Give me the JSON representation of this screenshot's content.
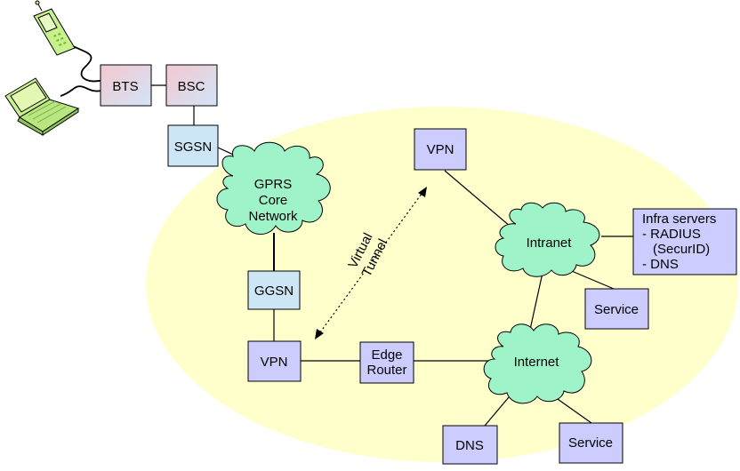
{
  "colors": {
    "background_ellipse": "#ffffcc",
    "node_blue": "#cce6f5",
    "node_purple": "#ccccff",
    "node_gradient_pink": "#f3c8cf",
    "node_gradient_blue": "#d2e4f7",
    "cloud": "#9ff3c8",
    "device_green": "#c8f08c",
    "line": "#000000"
  },
  "nodes": {
    "bts": "BTS",
    "bsc": "BSC",
    "sgsn": "SGSN",
    "ggsn": "GGSN",
    "vpn_left": "VPN",
    "vpn_top": "VPN",
    "edge_router": [
      "Edge",
      "Router"
    ],
    "dns": "DNS",
    "service_right": "Service",
    "service_bottom": "Service",
    "infra_servers": [
      "Infra servers",
      "- RADIUS",
      "(SecurID)",
      "- DNS"
    ]
  },
  "clouds": {
    "gprs_core": [
      "GPRS",
      "Core",
      "Network"
    ],
    "intranet": "Intranet",
    "internet": "Internet"
  },
  "tunnel_label": [
    "Virtual",
    "Tunnel"
  ],
  "icons": [
    "mobile-phone-icon",
    "laptop-icon"
  ]
}
